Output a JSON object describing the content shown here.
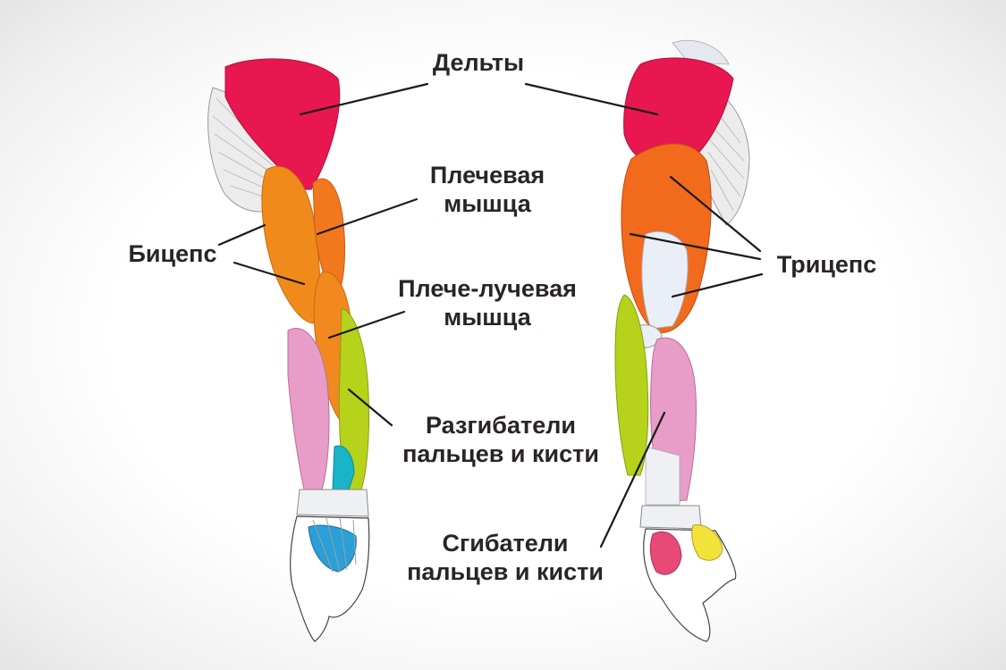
{
  "labels": {
    "deltoids": "Дельты",
    "brachialis": [
      "Плечевая",
      "мышца"
    ],
    "biceps": "Бицепс",
    "brachioradialis": [
      "Плече-лучевая",
      "мышца"
    ],
    "triceps": "Трицепс",
    "extensors": [
      "Разгибатели",
      "пальцев и кисти"
    ],
    "flexors": [
      "Сгибатели",
      "пальцев и кисти"
    ]
  },
  "colors": {
    "deltoid": "#e8174f",
    "biceps": "#f08a1a",
    "triceps": "#f26a1c",
    "brachialis": "#f0801c",
    "brachioradialis": "#f2891e",
    "extensor_green": "#b6d21a",
    "flexor_pink": "#e89cc8",
    "teal": "#1ab3c8",
    "palm_blue": "#2a9fd8",
    "tendon": "#eef0f4",
    "wrist_yellow": "#f2e23a",
    "wrist_pink": "#e84a78"
  }
}
